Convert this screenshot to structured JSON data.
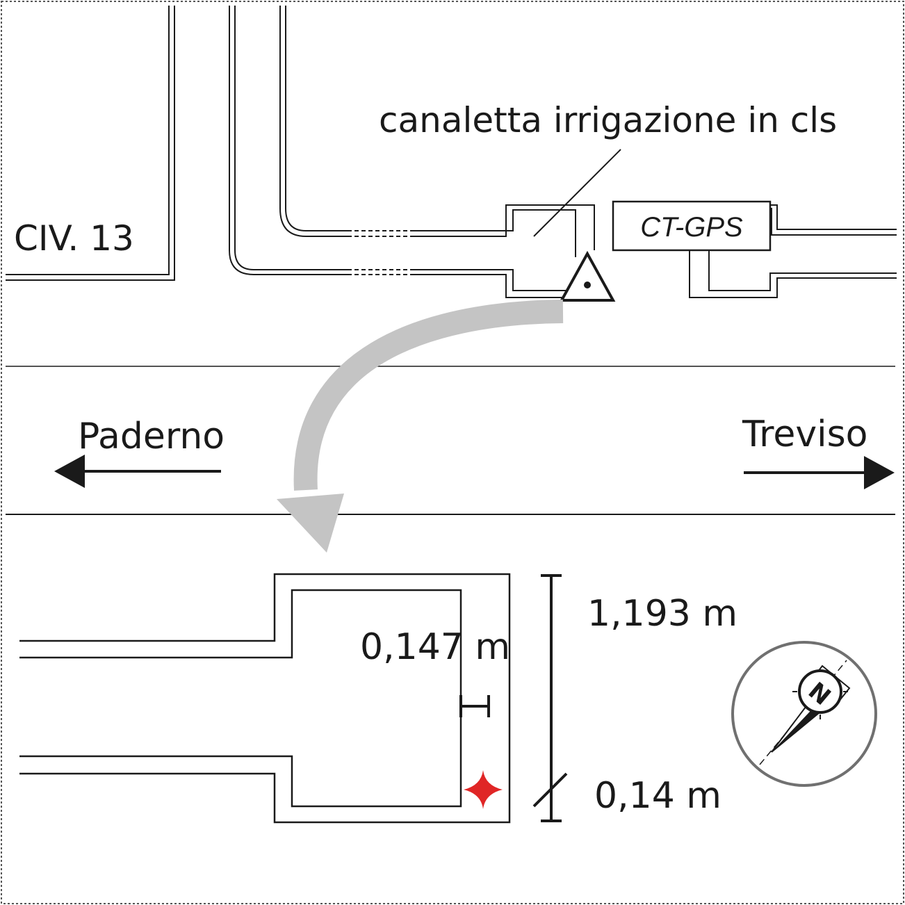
{
  "labels": {
    "civic_number": "CIV. 13",
    "channel_note": "canaletta irrigazione in cls",
    "station_box": "CT-GPS",
    "direction_left": "Paderno",
    "direction_right": "Treviso",
    "dim_height": "1,193 m",
    "dim_wall": "0,147 m",
    "dim_offset": "0,14 m"
  },
  "compass": {
    "letter": "N"
  },
  "colors": {
    "line": "#1a1a1a",
    "flow_arrow": "#c4c4c4",
    "marker": "#e02626",
    "compass_ring": "#707070"
  }
}
